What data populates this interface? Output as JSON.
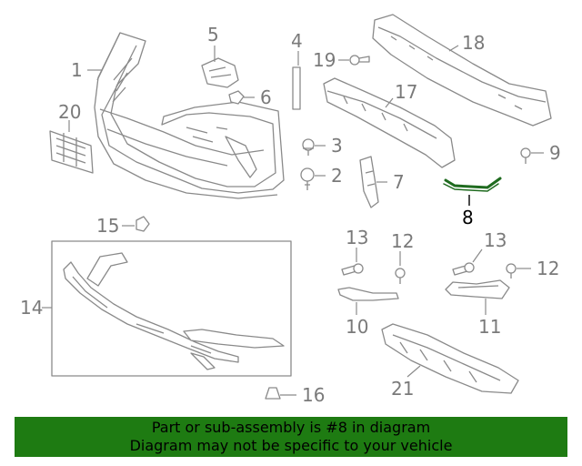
{
  "callouts": {
    "c1": "1",
    "c2": "2",
    "c3": "3",
    "c4": "4",
    "c5": "5",
    "c6": "6",
    "c7": "7",
    "c8": "8",
    "c9": "9",
    "c10": "10",
    "c11": "11",
    "c12a": "12",
    "c12b": "12",
    "c13a": "13",
    "c13b": "13",
    "c14": "14",
    "c15": "15",
    "c16": "16",
    "c17": "17",
    "c18": "18",
    "c19": "19",
    "c20": "20",
    "c21": "21"
  },
  "highlight": {
    "color": "#1f6b1f"
  },
  "footer": {
    "line1": "Part or sub-assembly is #8 in diagram",
    "line2": "Diagram may not be specific to your vehicle",
    "background": "#1e7b12"
  }
}
